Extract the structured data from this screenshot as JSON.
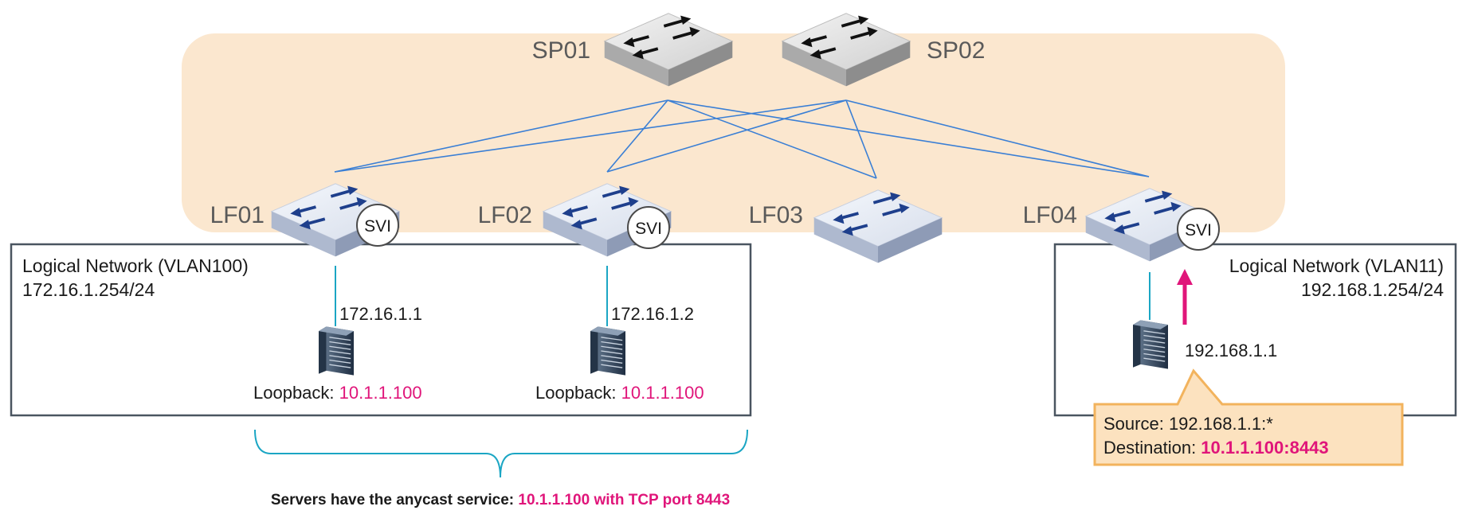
{
  "colors": {
    "fabric_bg": "#fbe7cf",
    "link": "#3a7fd5",
    "access_link": "#1ba6c4",
    "highlight": "#e0157a",
    "callout_fill": "#fce2bf",
    "callout_border": "#f2b35d",
    "box_border": "#4a5560"
  },
  "spines": [
    {
      "id": "SP01",
      "label": "SP01",
      "icon": "spine-switch-icon"
    },
    {
      "id": "SP02",
      "label": "SP02",
      "icon": "spine-switch-icon"
    }
  ],
  "leaves": [
    {
      "id": "LF01",
      "label": "LF01",
      "svi": "SVI"
    },
    {
      "id": "LF02",
      "label": "LF02",
      "svi": "SVI"
    },
    {
      "id": "LF03",
      "label": "LF03",
      "svi": ""
    },
    {
      "id": "LF04",
      "label": "LF04",
      "svi": "SVI"
    }
  ],
  "networks": {
    "left": {
      "name": "Logical Network (VLAN100)",
      "subnet": "172.16.1.254/24"
    },
    "right": {
      "name": "Logical Network (VLAN11)",
      "subnet": "192.168.1.254/24"
    }
  },
  "servers": [
    {
      "ip": "172.16.1.1",
      "loopback_label": "Loopback: ",
      "loopback_ip": "10.1.1.100"
    },
    {
      "ip": "172.16.1.2",
      "loopback_label": "Loopback: ",
      "loopback_ip": "10.1.1.100"
    },
    {
      "ip": "192.168.1.1"
    }
  ],
  "callout": {
    "source_label": "Source: ",
    "source_value": "192.168.1.1:*",
    "destination_label": "Destination: ",
    "destination_value": "10.1.1.100:8443"
  },
  "footer": {
    "prefix": "Servers have the anycast service: ",
    "highlight": "10.1.1.100 with TCP port 8443"
  }
}
